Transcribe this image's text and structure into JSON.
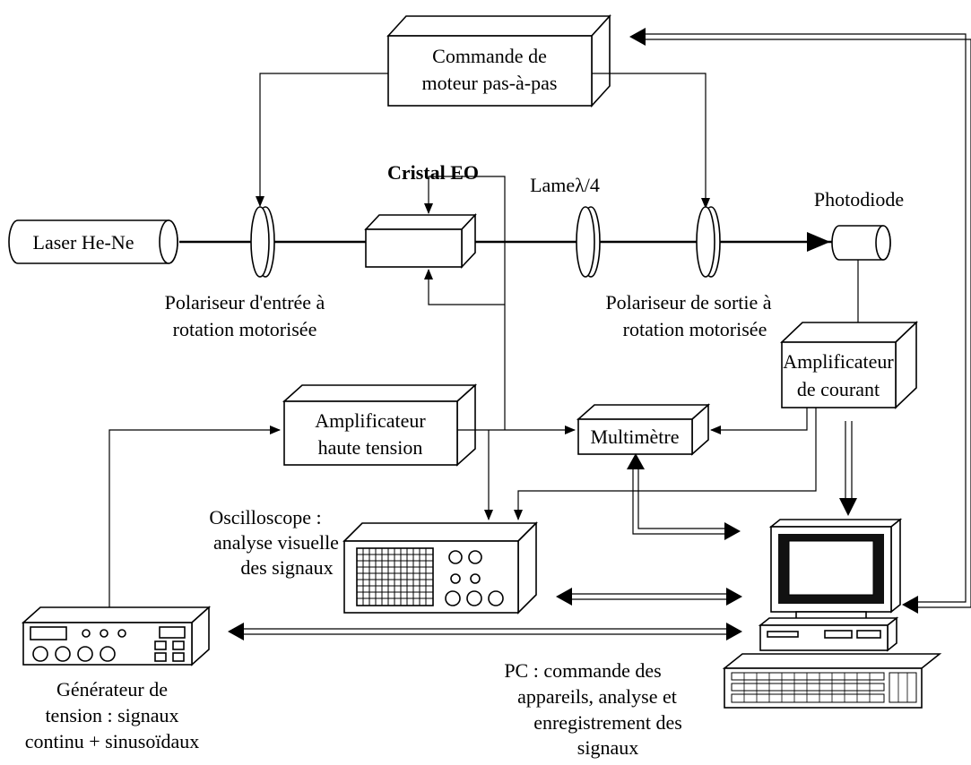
{
  "labels": {
    "motor_control_l1": "Commande de",
    "motor_control_l2": "moteur pas-à-pas",
    "crystal": "Cristal EO",
    "plate": "Lameλ/4",
    "photodiode": "Photodiode",
    "laser": "Laser He-Ne",
    "pol_in_l1": "Polariseur d'entrée  à",
    "pol_in_l2": "rotation motorisée",
    "pol_out_l1": "Polariseur de sortie  à",
    "pol_out_l2": "rotation motorisée",
    "current_amp_l1": "Amplificateur",
    "current_amp_l2": "de courant",
    "hv_amp_l1": "Amplificateur",
    "hv_amp_l2": "haute tension",
    "multimeter": "Multimètre",
    "scope_l1": "Oscilloscope :",
    "scope_l2": "analyse visuelle",
    "scope_l3": "des signaux",
    "generator_l1": "Générateur de",
    "generator_l2": "tension : signaux",
    "generator_l3": "continu + sinusoïdaux",
    "pc_l1": "PC : commande des",
    "pc_l2": "appareils, analyse et",
    "pc_l3": "enregistrement des",
    "pc_l4": "signaux"
  }
}
